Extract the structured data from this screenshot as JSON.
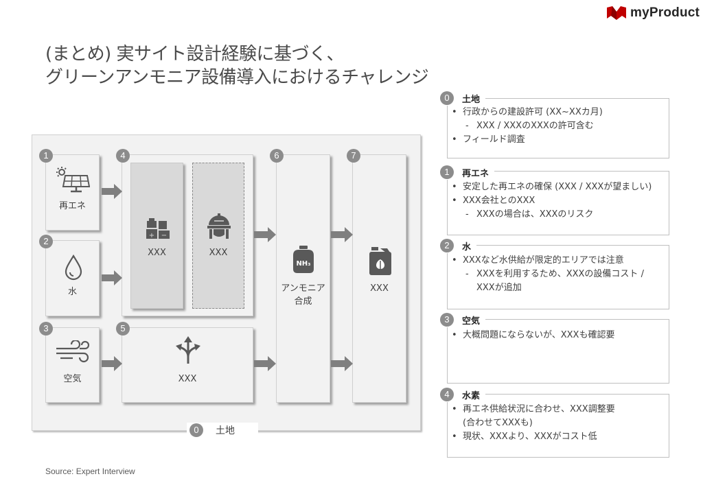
{
  "brand": {
    "name": "myProduct",
    "color": "#c00000"
  },
  "title": {
    "line1": "(まとめ) 実サイト設計経験に基づく、",
    "line2": "グリーンアンモニア設備導入におけるチャレンジ"
  },
  "source": "Source: Expert Interview",
  "diagram": {
    "nodes": [
      {
        "num": "1",
        "label": "再エネ",
        "icon": "solar-panel-icon"
      },
      {
        "num": "2",
        "label": "水",
        "icon": "water-drop-icon"
      },
      {
        "num": "3",
        "label": "空気",
        "icon": "wind-icon"
      },
      {
        "num": "4",
        "inner": [
          {
            "label": "XXX",
            "icon": "battery-icon"
          },
          {
            "label": "XXX",
            "icon": "tank-icon"
          }
        ]
      },
      {
        "num": "5",
        "label": "XXX",
        "icon": "split-arrows-icon"
      },
      {
        "num": "6",
        "label1": "アンモニア",
        "label2": "合成",
        "icon": "nh3-tank-icon",
        "icon_text": "NH₃"
      },
      {
        "num": "7",
        "label": "XXX",
        "icon": "fertilizer-can-icon"
      }
    ],
    "land": {
      "num": "0",
      "label": "土地"
    }
  },
  "panels": [
    {
      "num": "0",
      "title": "土地",
      "items": [
        {
          "type": "bullet",
          "text": "行政からの建設許可 (XX~XXカ月)"
        },
        {
          "type": "sub",
          "text": "XXX / XXXのXXXの許可含む"
        },
        {
          "type": "bullet",
          "text": "フィールド調査"
        }
      ]
    },
    {
      "num": "1",
      "title": "再エネ",
      "items": [
        {
          "type": "bullet",
          "text": "安定した再エネの確保 (XXX / XXXが望ましい)"
        },
        {
          "type": "bullet",
          "text": "XXX会社とのXXX"
        },
        {
          "type": "sub",
          "text": "XXXの場合は、XXXのリスク"
        }
      ]
    },
    {
      "num": "2",
      "title": "水",
      "items": [
        {
          "type": "bullet",
          "text": "XXXなど水供給が限定的エリアでは注意"
        },
        {
          "type": "sub",
          "text": "XXXを利用するため、XXXの設備コスト /"
        },
        {
          "type": "subcont",
          "text": "XXXが追加"
        }
      ]
    },
    {
      "num": "3",
      "title": "空気",
      "items": [
        {
          "type": "bullet",
          "text": "大概問題にならないが、XXXも確認要"
        }
      ]
    },
    {
      "num": "4",
      "title": "水素",
      "items": [
        {
          "type": "bullet",
          "text": "再エネ供給状況に合わせ、XXX調整要"
        },
        {
          "type": "cont",
          "text": "(合わせてXXXも)"
        },
        {
          "type": "bullet",
          "text": "現状、XXXより、XXXがコスト低"
        }
      ]
    }
  ]
}
